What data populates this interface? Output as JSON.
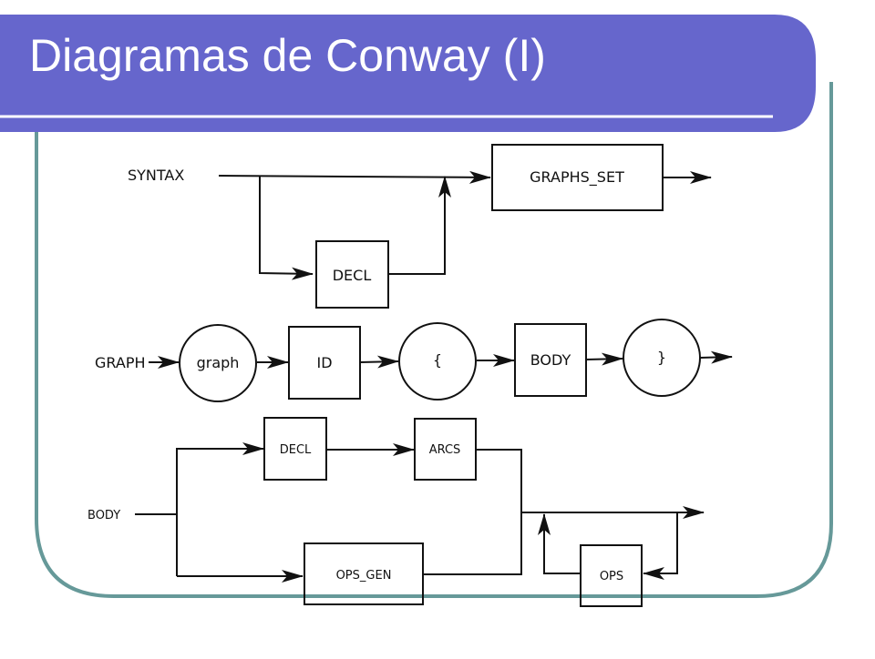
{
  "slide": {
    "title": "Diagramas de Conway (I)"
  },
  "colors": {
    "title_bar": "#6666cc",
    "frame": "#669999",
    "ink": "#111111"
  },
  "diagram_syntax": {
    "start_label": "SYNTAX",
    "box_graphs_set": "GRAPHS_SET",
    "box_decl": "DECL"
  },
  "diagram_graph": {
    "start_label": "GRAPH",
    "terminal_graph": "graph",
    "box_id": "ID",
    "terminal_open_brace": "{",
    "box_body": "BODY",
    "terminal_close_brace": "}"
  },
  "diagram_body": {
    "start_label": "BODY",
    "box_decl": "DECL",
    "box_arcs": "ARCS",
    "box_ops_gen": "OPS_GEN",
    "box_ops": "OPS"
  }
}
